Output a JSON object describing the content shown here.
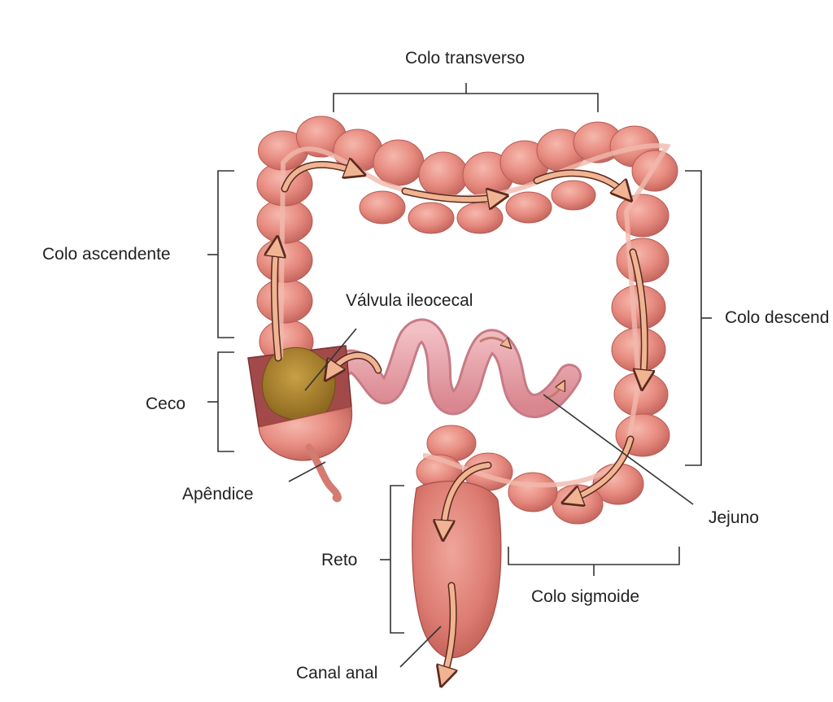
{
  "labels": {
    "colo_transverso": "Colo transverso",
    "colo_ascendente": "Colo ascendente",
    "valvula_ileocecal": "Válvula ileocecal",
    "colo_descendente": "Colo descend",
    "ceco": "Ceco",
    "apendice": "Apêndice",
    "jejuno": "Jejuno",
    "reto": "Reto",
    "colo_sigmoide": "Colo sigmoide",
    "canal_anal": "Canal anal"
  },
  "colors": {
    "colon": "#e78b80",
    "colon_shade": "#c9665d",
    "colon_highlight": "#f3b0a5",
    "small_intestine": "#e9a3ab",
    "cecum_content": "#b0842a",
    "arrow": "#f0b493",
    "arrow_outline": "#5a2a1e",
    "line": "#333333"
  }
}
